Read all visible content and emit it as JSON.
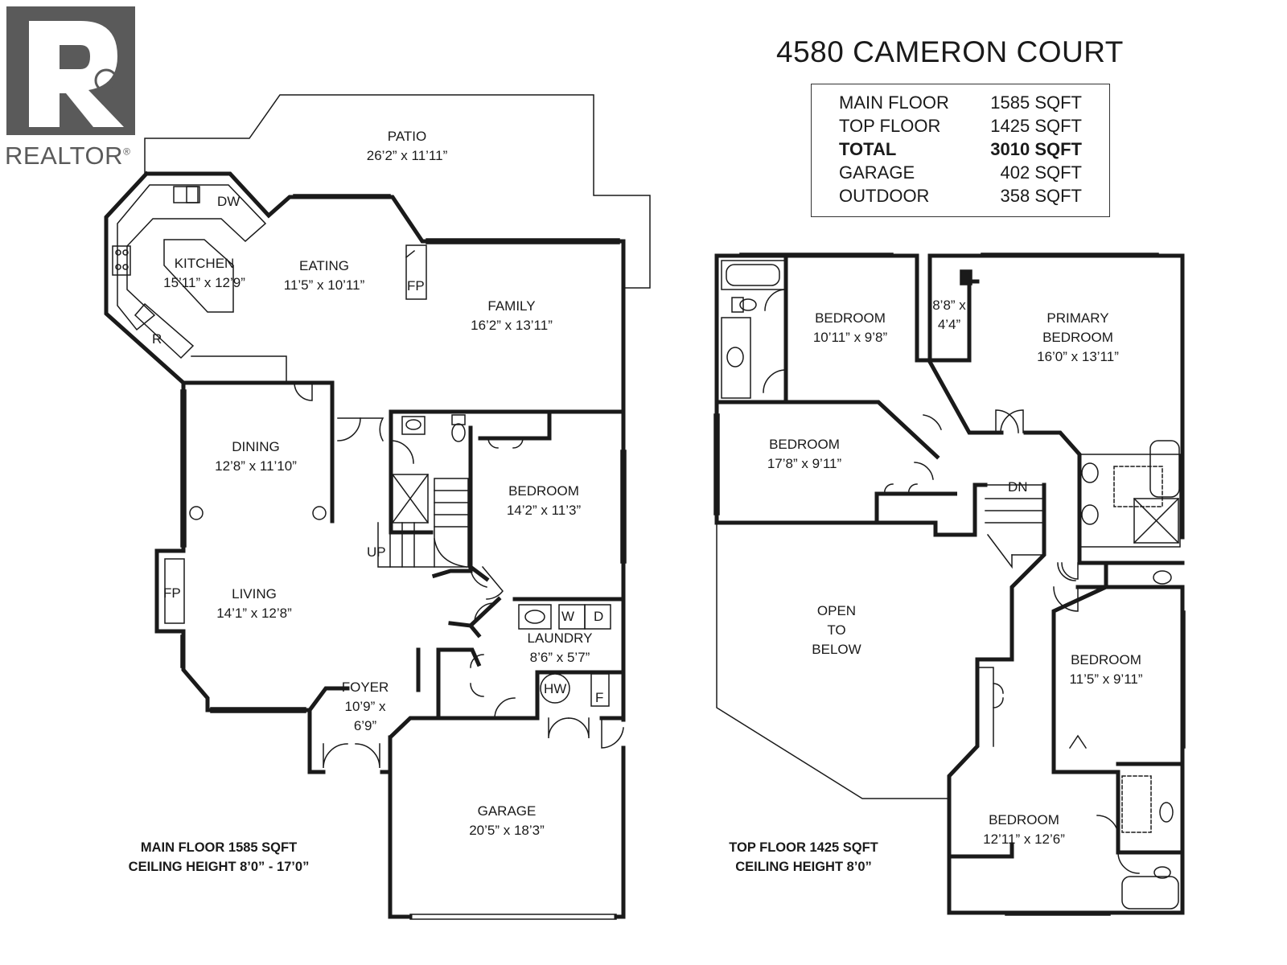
{
  "logo": {
    "text": "REALTOR",
    "mark": "®",
    "icon": "realtor-r-logo"
  },
  "header": {
    "address": "4580 CAMERON COURT"
  },
  "summary": {
    "rows": [
      {
        "label": "MAIN FLOOR",
        "value": "1585 SQFT",
        "bold": false
      },
      {
        "label": "TOP FLOOR",
        "value": "1425 SQFT",
        "bold": false
      },
      {
        "label": "TOTAL",
        "value": "3010 SQFT",
        "bold": true
      },
      {
        "label": "GARAGE",
        "value": "402 SQFT",
        "bold": false
      },
      {
        "label": "OUTDOOR",
        "value": "358 SQFT",
        "bold": false
      }
    ]
  },
  "main_floor": {
    "caption_line1": "MAIN FLOOR 1585 SQFT",
    "caption_line2": "CEILING HEIGHT 8’0” - 17’0”",
    "rooms": {
      "patio": {
        "name": "PATIO",
        "dims": "26’2” x 11’11”"
      },
      "kitchen": {
        "name": "KITCHEN",
        "dims": "15’11” x 12’9”"
      },
      "eating": {
        "name": "EATING",
        "dims": "11’5” x 10’11”"
      },
      "family": {
        "name": "FAMILY",
        "dims": "16’2” x 13’11”"
      },
      "dining": {
        "name": "DINING",
        "dims": "12’8” x 11’10”"
      },
      "bedroom": {
        "name": "BEDROOM",
        "dims": "14’2” x 11’3”"
      },
      "living": {
        "name": "LIVING",
        "dims": "14’1” x 12’8”"
      },
      "laundry": {
        "name": "LAUNDRY",
        "dims": "8’6” x 5’7”"
      },
      "foyer": {
        "name": "FOYER",
        "dims1": "10’9” x",
        "dims2": "6’9”"
      },
      "garage": {
        "name": "GARAGE",
        "dims": "20’5” x 18’3”"
      }
    },
    "notes": {
      "dw": "DW",
      "r": "R",
      "fp1": "FP",
      "fp2": "FP",
      "up": "UP",
      "w": "W",
      "d": "D",
      "hw": "HW",
      "f": "F"
    }
  },
  "top_floor": {
    "caption_line1": "TOP FLOOR 1425 SQFT",
    "caption_line2": "CEILING HEIGHT 8’0”",
    "rooms": {
      "bedroom_a": {
        "name": "BEDROOM",
        "dims": "10’11” x 9’8”"
      },
      "closet": {
        "dims1": "8’8” x",
        "dims2": "4’4”"
      },
      "primary": {
        "name1": "PRIMARY",
        "name2": "BEDROOM",
        "dims": "16’0” x 13’11”"
      },
      "bedroom_b": {
        "name": "BEDROOM",
        "dims": "17’8” x 9’11”"
      },
      "open": {
        "l1": "OPEN",
        "l2": "TO",
        "l3": "BELOW"
      },
      "bedroom_c": {
        "name": "BEDROOM",
        "dims": "11’5” x 9’11”"
      },
      "bedroom_d": {
        "name": "BEDROOM",
        "dims": "12’11” x 12’6”"
      }
    },
    "notes": {
      "dn": "DN"
    }
  }
}
